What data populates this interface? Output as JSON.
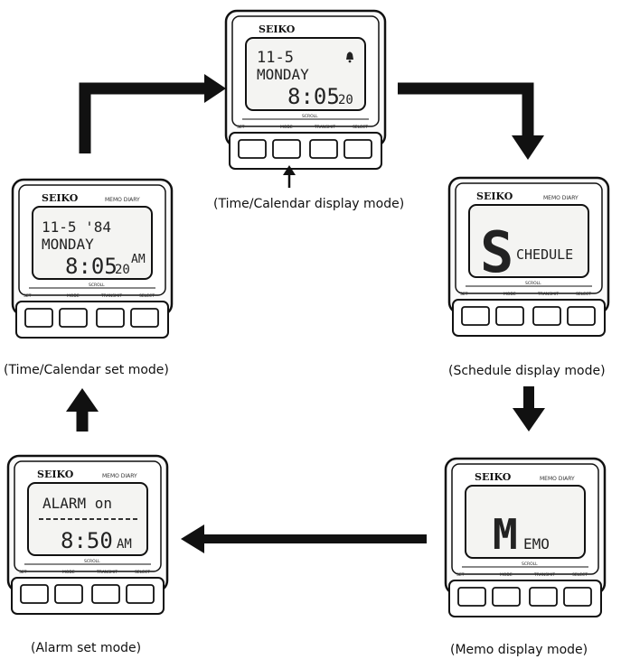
{
  "watches": {
    "time_display": {
      "caption": "(Time/Calendar display mode)",
      "brand": "SEIKO",
      "model_text": "",
      "lines": [
        "11-5",
        "MONDAY",
        "8:05"
      ],
      "seconds": "20",
      "bell_icon": "bell-icon"
    },
    "time_set": {
      "caption": "(Time/Calendar set mode)",
      "brand": "SEIKO",
      "model_text": "MEMO DIARY",
      "lines": [
        "11-5  '84",
        "MONDAY",
        "8:05"
      ],
      "seconds": "20",
      "ampm": "AM"
    },
    "schedule": {
      "caption": "(Schedule display mode)",
      "brand": "SEIKO",
      "model_text": "MEMO DIARY",
      "big_letter": "S",
      "rest": "CHEDULE"
    },
    "memo": {
      "caption": "(Memo display mode)",
      "brand": "SEIKO",
      "model_text": "MEMO DIARY",
      "big_letter": "M",
      "rest": "EMO"
    },
    "alarm": {
      "caption": "(Alarm set mode)",
      "brand": "SEIKO",
      "model_text": "MEMO DIARY",
      "lines": [
        "ALARM  on",
        "8:50"
      ],
      "ampm": "AM"
    }
  },
  "button_labels": {
    "scroll": "SCROLL",
    "set": "SET",
    "mode": "MODE",
    "transmit": "TRANSMIT",
    "select": "SELECT"
  }
}
